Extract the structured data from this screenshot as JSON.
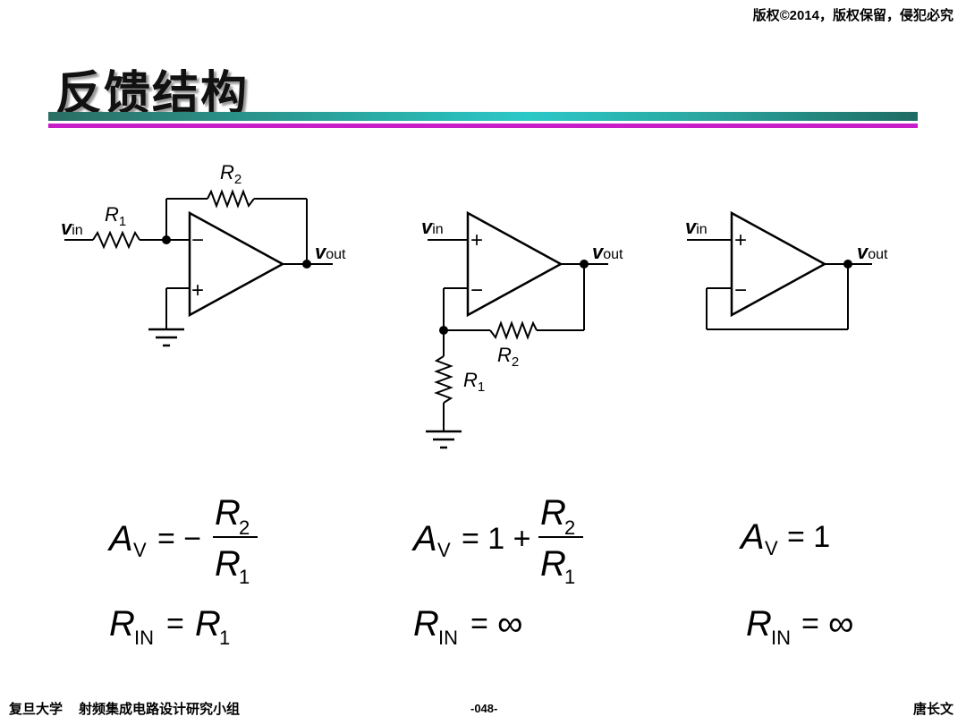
{
  "header": {
    "copyright": "版权©2014，版权保留，侵犯必究",
    "title": "反馈结构"
  },
  "circuits": [
    {
      "name": "inverting",
      "input_label": {
        "main": "v",
        "sub": "in"
      },
      "output_label": {
        "main": "v",
        "sub": "out"
      },
      "r1_label": {
        "main": "R",
        "sub": "1"
      },
      "r2_label": {
        "main": "R",
        "sub": "2"
      },
      "plus": "+",
      "minus": "−"
    },
    {
      "name": "non-inverting",
      "input_label": {
        "main": "v",
        "sub": "in"
      },
      "output_label": {
        "main": "v",
        "sub": "out"
      },
      "r1_label": {
        "main": "R",
        "sub": "1"
      },
      "r2_label": {
        "main": "R",
        "sub": "2"
      },
      "plus": "+",
      "minus": "−"
    },
    {
      "name": "follower",
      "input_label": {
        "main": "v",
        "sub": "in"
      },
      "output_label": {
        "main": "v",
        "sub": "out"
      },
      "plus": "+",
      "minus": "−"
    }
  ],
  "equations": {
    "gain": [
      {
        "lhs": "A",
        "lhs_sub": "V",
        "rhs_prefix": "= −",
        "num": "R",
        "num_sub": "2",
        "den": "R",
        "den_sub": "1"
      },
      {
        "lhs": "A",
        "lhs_sub": "V",
        "rhs_prefix": "= 1 +",
        "num": "R",
        "num_sub": "2",
        "den": "R",
        "den_sub": "1"
      },
      {
        "lhs": "A",
        "lhs_sub": "V",
        "rhs_prefix": "= 1"
      }
    ],
    "rin": [
      {
        "lhs": "R",
        "lhs_sub": "IN",
        "eq": "=",
        "rhs": "R",
        "rhs_sub": "1"
      },
      {
        "lhs": "R",
        "lhs_sub": "IN",
        "eq": "=",
        "rhs": "∞"
      },
      {
        "lhs": "R",
        "lhs_sub": "IN",
        "eq": "=",
        "rhs": "∞"
      }
    ]
  },
  "footer": {
    "org": "复旦大学",
    "group": "射频集成电路设计研究小组",
    "page": "-048-",
    "author": "唐长文"
  }
}
